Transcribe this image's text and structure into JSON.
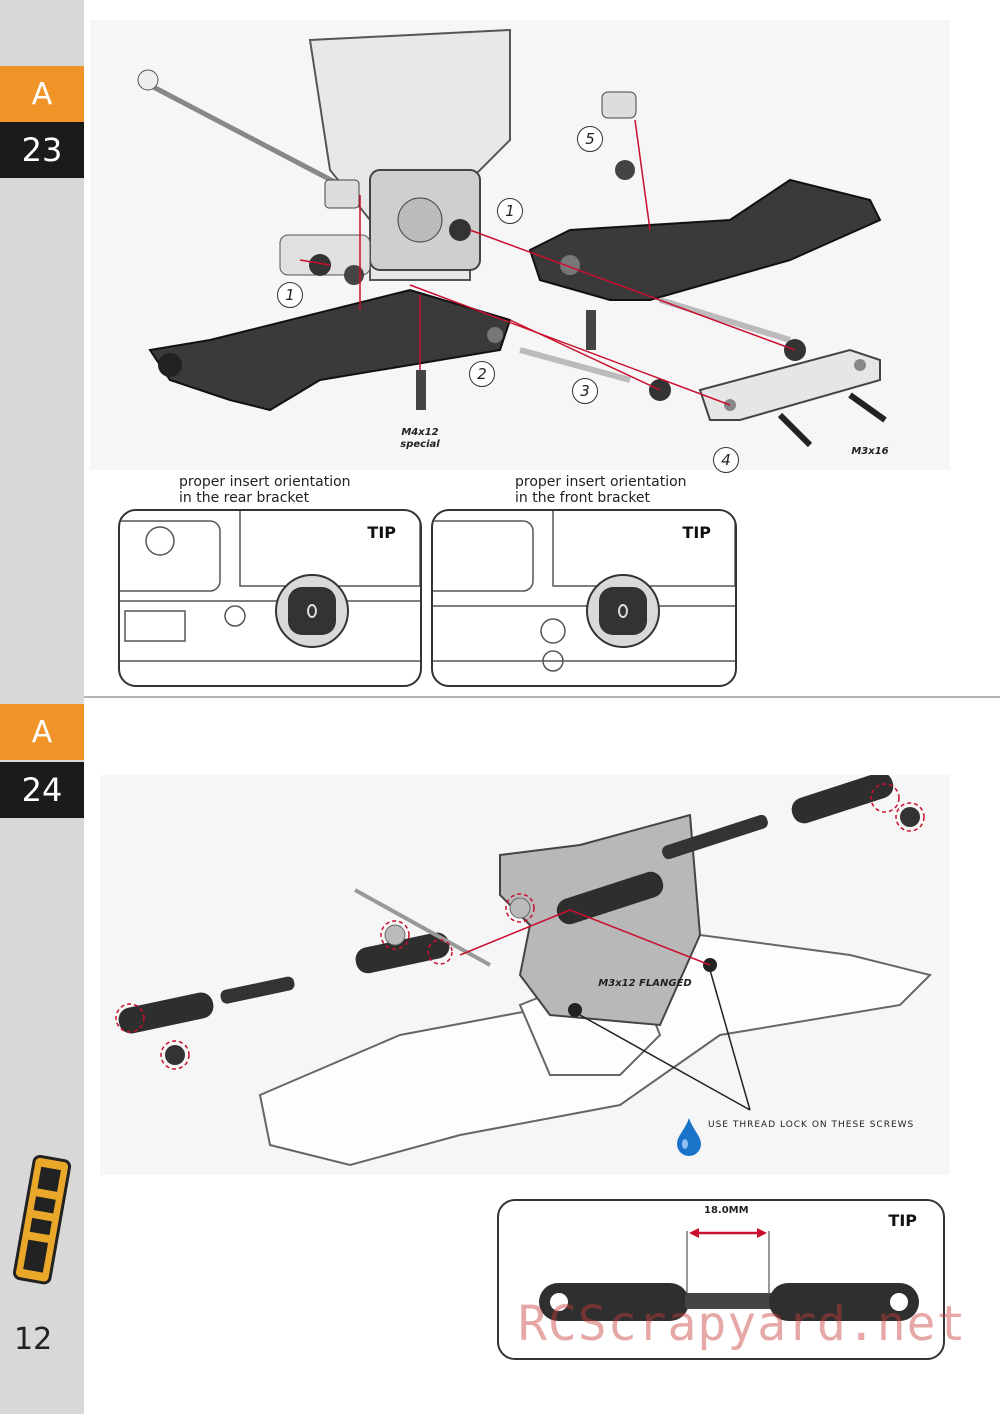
{
  "sections": [
    {
      "letter": "A",
      "number": "23"
    },
    {
      "letter": "A",
      "number": "24"
    }
  ],
  "step23": {
    "callouts": [
      "1",
      "1",
      "2",
      "3",
      "4",
      "5"
    ],
    "screw_labels": {
      "rear": "M4x12 special",
      "rear_line1": "M4x12",
      "rear_line2": "special",
      "front": "M3x16"
    },
    "tips": [
      {
        "caption_line1": "proper insert orientation",
        "caption_line2": "in the rear bracket",
        "label": "TIP"
      },
      {
        "caption_line1": "proper insert orientation",
        "caption_line2": "in the front bracket",
        "label": "TIP"
      }
    ]
  },
  "step24": {
    "screw_label": "M3x12 FLANGED",
    "threadlock_note": "USE THREAD LOCK ON THESE SCREWS",
    "tip": {
      "label": "TIP",
      "dimension": "18.0MM"
    }
  },
  "page_number": "12",
  "watermark": "RCScrapyard.net",
  "colors": {
    "accent_orange": "#f0942a",
    "section_dark": "#1b1b1b",
    "highlight_red": "#c8102e",
    "threadlock_blue": "#1a73c8"
  },
  "icons": [
    "threadlock-drop-icon",
    "logo-icon"
  ]
}
